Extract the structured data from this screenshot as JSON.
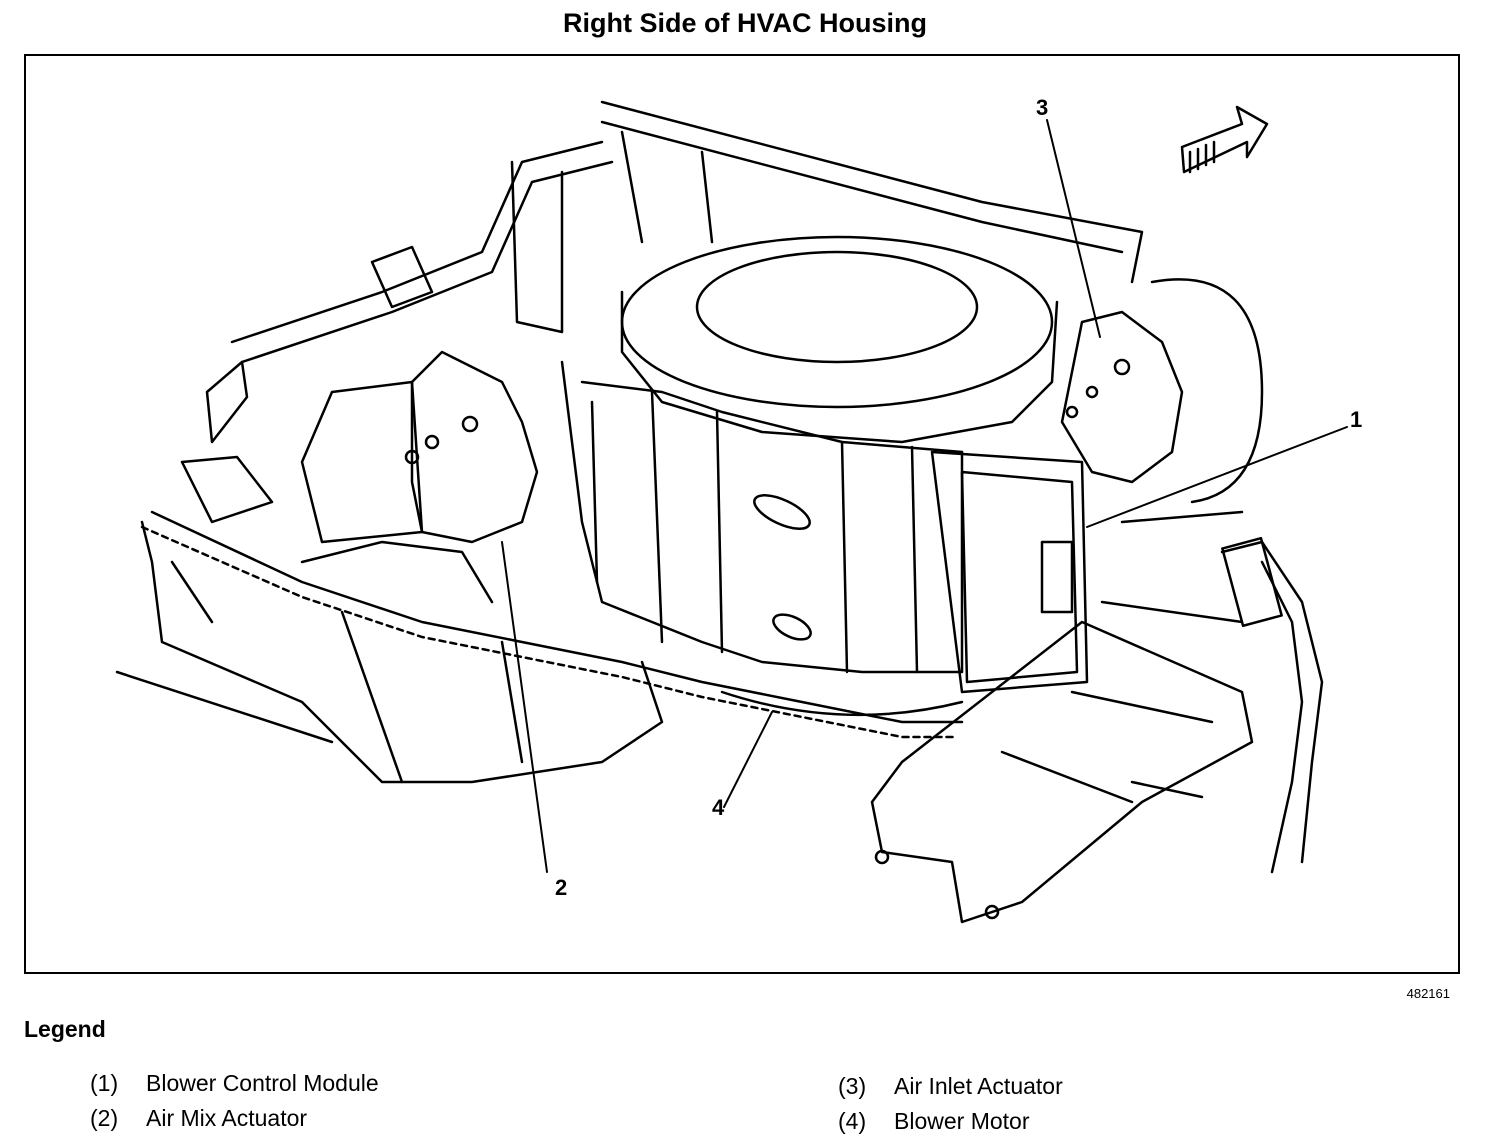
{
  "title": "Right Side of HVAC Housing",
  "figure_id": "482161",
  "callouts": [
    "1",
    "2",
    "3",
    "4"
  ],
  "legend": {
    "heading": "Legend",
    "items": [
      {
        "num": "(1)",
        "label": "Blower Control Module"
      },
      {
        "num": "(2)",
        "label": "Air Mix Actuator"
      },
      {
        "num": "(3)",
        "label": "Air Inlet Actuator"
      },
      {
        "num": "(4)",
        "label": "Blower Motor"
      }
    ]
  }
}
